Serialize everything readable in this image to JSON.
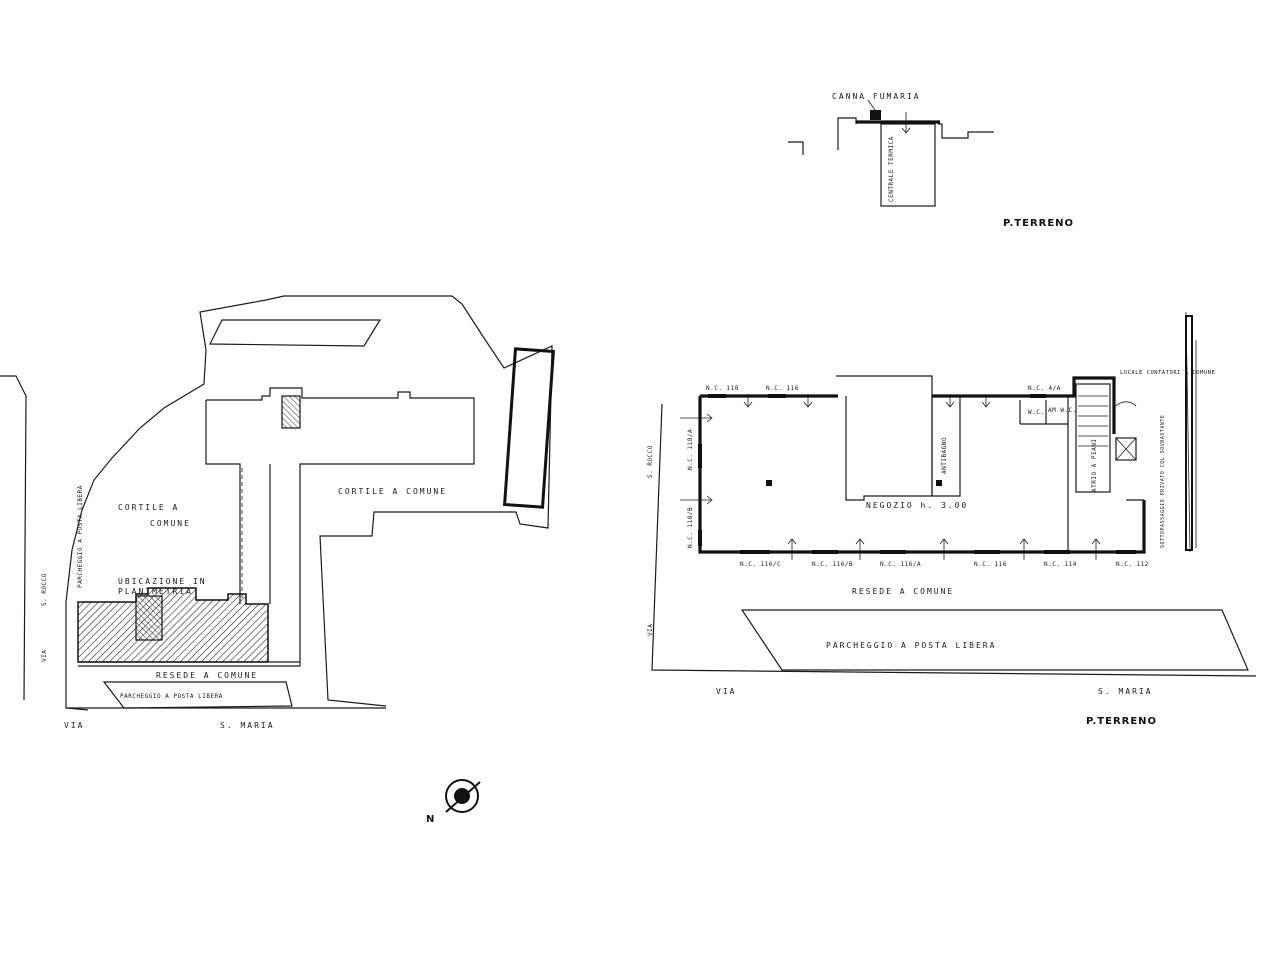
{
  "top_plan": {
    "canna_fumaria": "CANNA FUMARIA",
    "centrale_termica": "CENTRALE TERMICA",
    "title": "P.TERRENO"
  },
  "site_plan": {
    "cortile_comune_left_1": "CORTILE A",
    "cortile_comune_left_2": "COMUNE",
    "cortile_comune_right": "CORTILE A COMUNE",
    "parcheggio_vertical": "PARCHEGGIO A POSTA LIBERA",
    "ubicazione_1": "UBICAZIONE IN",
    "ubicazione_2": "PLANIMETRIA",
    "resede": "RESEDE A COMUNE",
    "parcheggio": "PARCHEGGIO A POSTA LIBERA",
    "via_s_rocco_1": "S. ROCCO",
    "via_s_rocco_2": "VIA",
    "via_s_maria_1": "VIA",
    "via_s_maria_2": "S. MARIA",
    "north": "N"
  },
  "floor_plan": {
    "negozio": "NEGOZIO h. 3.00",
    "resede": "RESEDE A COMUNE",
    "parcheggio": "PARCHEGGIO A POSTA LIBERA",
    "via_1": "VIA",
    "via_2": "S. MARIA",
    "via_s_rocco_1": "S. ROCCO",
    "via_s_rocco_2": "VIA",
    "title": "P.TERRENO",
    "locale": "LOCALE CONTATORI A COMUNE",
    "atrio": "ATRIO A PIANI",
    "sottopassaggio": "SOTTOPASSAGGIO PRIVATO COL SOVRASTANTE",
    "antibagno": "ANTIBAGNO",
    "wc": "W.C.",
    "am_wc": "AM W.C.",
    "civic_top": [
      "N.C. 118",
      "N.C. 116",
      "N.C. 4/A"
    ],
    "civic_side": [
      "N.C. 118/A",
      "N.C. 118/B"
    ],
    "civic_bottom": [
      "N.C. 116/C",
      "N.C. 116/B",
      "N.C. 116/A",
      "N.C. 116",
      "N.C. 114",
      "N.C. 112"
    ]
  }
}
